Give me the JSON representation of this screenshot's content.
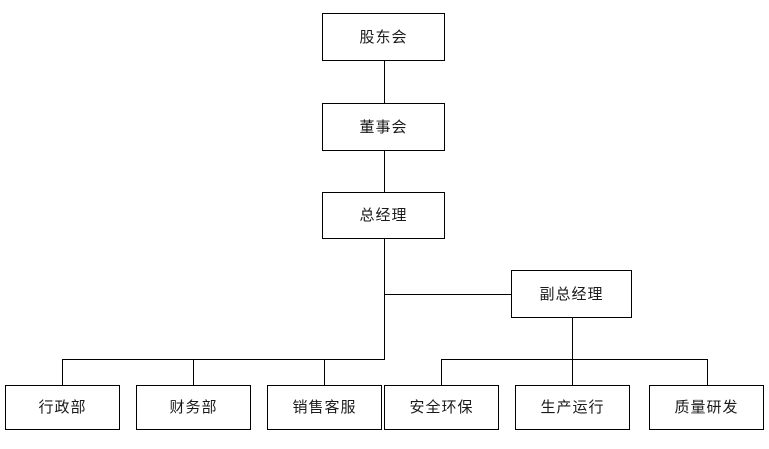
{
  "chart_title": "",
  "colors": {
    "line": "#000000",
    "box_border": "#000000",
    "box_fill": "#ffffff",
    "text": "#1a1a1a",
    "background": "#ffffff"
  },
  "nodes": {
    "shareholders": {
      "label": "股东会",
      "level": 1
    },
    "board": {
      "label": "董事会",
      "level": 2
    },
    "general_manager": {
      "label": "总经理",
      "level": 3
    },
    "deputy_general_manager": {
      "label": "副总经理",
      "level": 4
    }
  },
  "departments_left": [
    {
      "label": "行政部"
    },
    {
      "label": "财务部"
    },
    {
      "label": "销售客服"
    }
  ],
  "departments_right": [
    {
      "label": "安全环保"
    },
    {
      "label": "生产运行"
    },
    {
      "label": "质量研发"
    }
  ]
}
